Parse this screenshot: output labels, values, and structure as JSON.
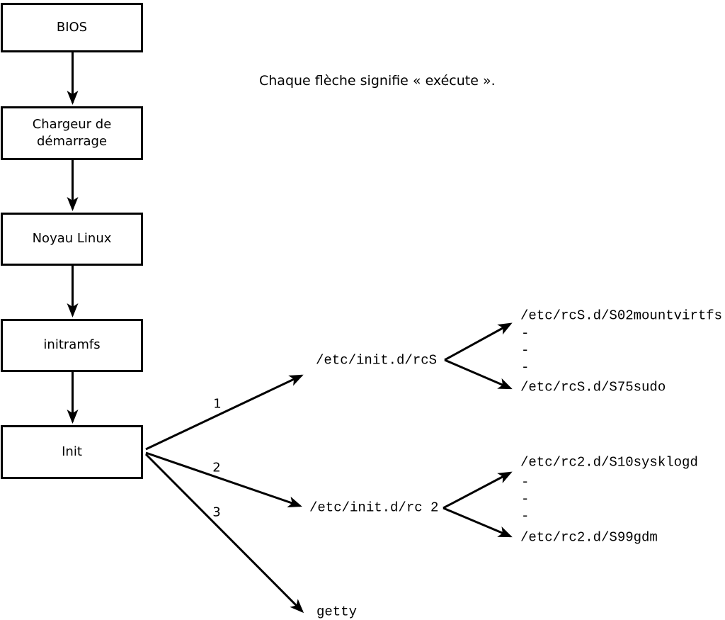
{
  "diagram": {
    "caption": "Chaque flèche signifie « exécute ».",
    "boxes": [
      {
        "label": "BIOS"
      },
      {
        "label": "Chargeur de démarrage"
      },
      {
        "label": "Noyau Linux"
      },
      {
        "label": "initramfs"
      },
      {
        "label": "Init"
      }
    ],
    "branch_numbers": [
      "1",
      "2",
      "3"
    ],
    "branches": {
      "rcS": {
        "label": "/etc/init.d/rcS"
      },
      "rc2": {
        "label": "/etc/init.d/rc 2"
      },
      "getty": {
        "label": "getty"
      }
    },
    "rcS_children": {
      "first": "/etc/rcS.d/S02mountvirtfs",
      "ellipsis": [
        "-",
        "-",
        "-"
      ],
      "last": "/etc/rcS.d/S75sudo"
    },
    "rc2_children": {
      "first": "/etc/rc2.d/S10sysklogd",
      "ellipsis": [
        "-",
        "-",
        "-"
      ],
      "last": "/etc/rc2.d/S99gdm"
    },
    "colors": {
      "line": "#000000",
      "background": "#ffffff",
      "text": "#000000"
    }
  }
}
